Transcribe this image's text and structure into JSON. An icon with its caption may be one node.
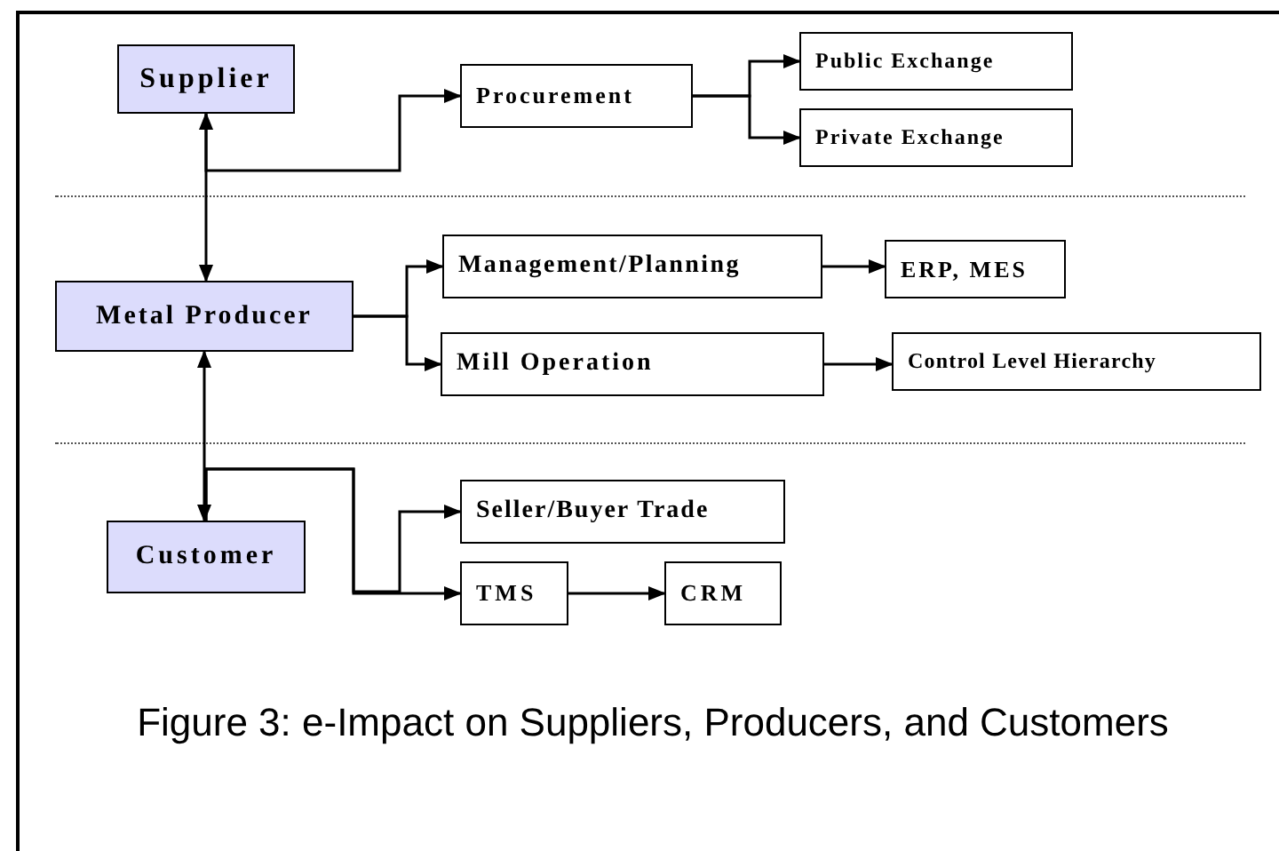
{
  "diagram": {
    "caption": "Figure 3: e-Impact on Suppliers, Producers, and Customers",
    "nodes": [
      {
        "text": [
          "Supplier"
        ]
      },
      {
        "text": [
          "Procurement"
        ]
      },
      {
        "text": [
          "Public Exchange"
        ]
      },
      {
        "text": [
          "Private Exchange"
        ]
      },
      {
        "text": [
          "Metal Producer"
        ]
      },
      {
        "text": [
          "Management/Planning"
        ]
      },
      {
        "text": [
          "ERP, MES"
        ]
      },
      {
        "text": [
          "Mill Operation"
        ]
      },
      {
        "text": [
          "Control Level Hierarchy"
        ]
      },
      {
        "text": [
          "Customer"
        ]
      },
      {
        "text": [
          "Seller/Buyer Trade"
        ]
      },
      {
        "text": [
          "TMS"
        ]
      },
      {
        "text": [
          "CRM"
        ]
      }
    ],
    "edges": [
      {
        "from": 0,
        "to": 4,
        "arrow": "both"
      },
      {
        "from": 0,
        "to": 1,
        "arrow": "to"
      },
      {
        "from": 1,
        "to": 2,
        "arrow": "to"
      },
      {
        "from": 1,
        "to": 3,
        "arrow": "to"
      },
      {
        "from": 4,
        "to": 5,
        "arrow": "to"
      },
      {
        "from": 4,
        "to": 7,
        "arrow": "to"
      },
      {
        "from": 5,
        "to": 6,
        "arrow": "to"
      },
      {
        "from": 7,
        "to": 8,
        "arrow": "to"
      },
      {
        "from": 4,
        "to": 9,
        "arrow": "both"
      },
      {
        "from": 9,
        "to": 10,
        "arrow": "to"
      },
      {
        "from": 9,
        "to": 11,
        "arrow": "to"
      },
      {
        "from": 11,
        "to": 12,
        "arrow": "to"
      }
    ]
  }
}
